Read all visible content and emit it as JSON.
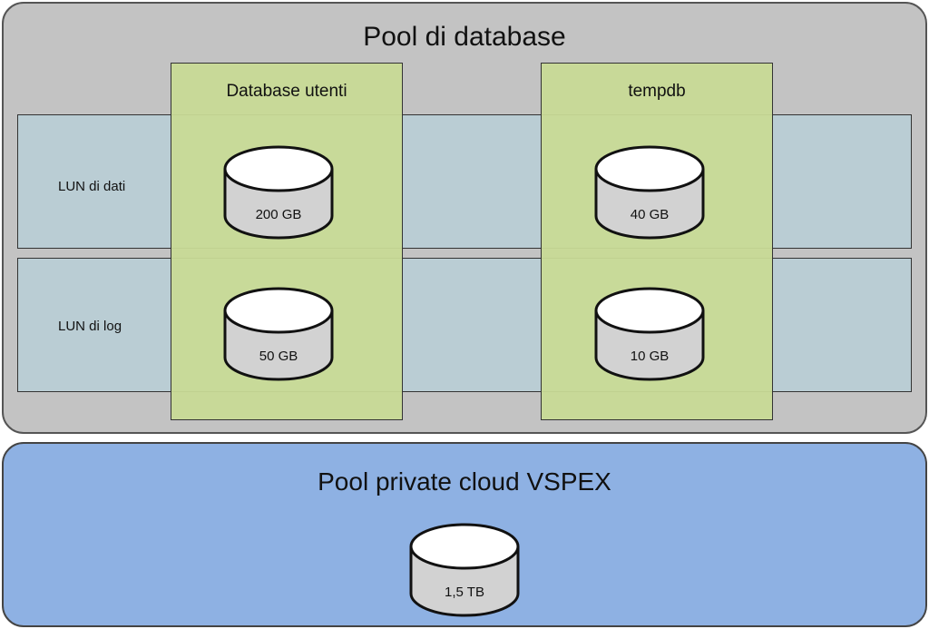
{
  "database_pool": {
    "title": "Pool di database",
    "columns": [
      {
        "label": "Database utenti"
      },
      {
        "label": "tempdb"
      }
    ],
    "rows": [
      {
        "label": "LUN di dati"
      },
      {
        "label": "LUN di log"
      }
    ],
    "disks": [
      {
        "label": "200 GB",
        "column": "Database utenti",
        "row": "LUN di dati"
      },
      {
        "label": "40 GB",
        "column": "tempdb",
        "row": "LUN di dati"
      },
      {
        "label": "50 GB",
        "column": "Database utenti",
        "row": "LUN di log"
      },
      {
        "label": "10 GB",
        "column": "tempdb",
        "row": "LUN di log"
      }
    ]
  },
  "vspex_pool": {
    "title": "Pool private cloud VSPEX",
    "disk": {
      "label": "1,5 TB"
    }
  },
  "colors": {
    "database_pool_fill": "#c3c3c3",
    "vspex_pool_fill": "#8eb1e3",
    "column_fill": "#c8da96",
    "row_fill": "#b4d4de",
    "disk_fill": "#ffffff",
    "disk_body_fill": "#d2d2d2"
  }
}
